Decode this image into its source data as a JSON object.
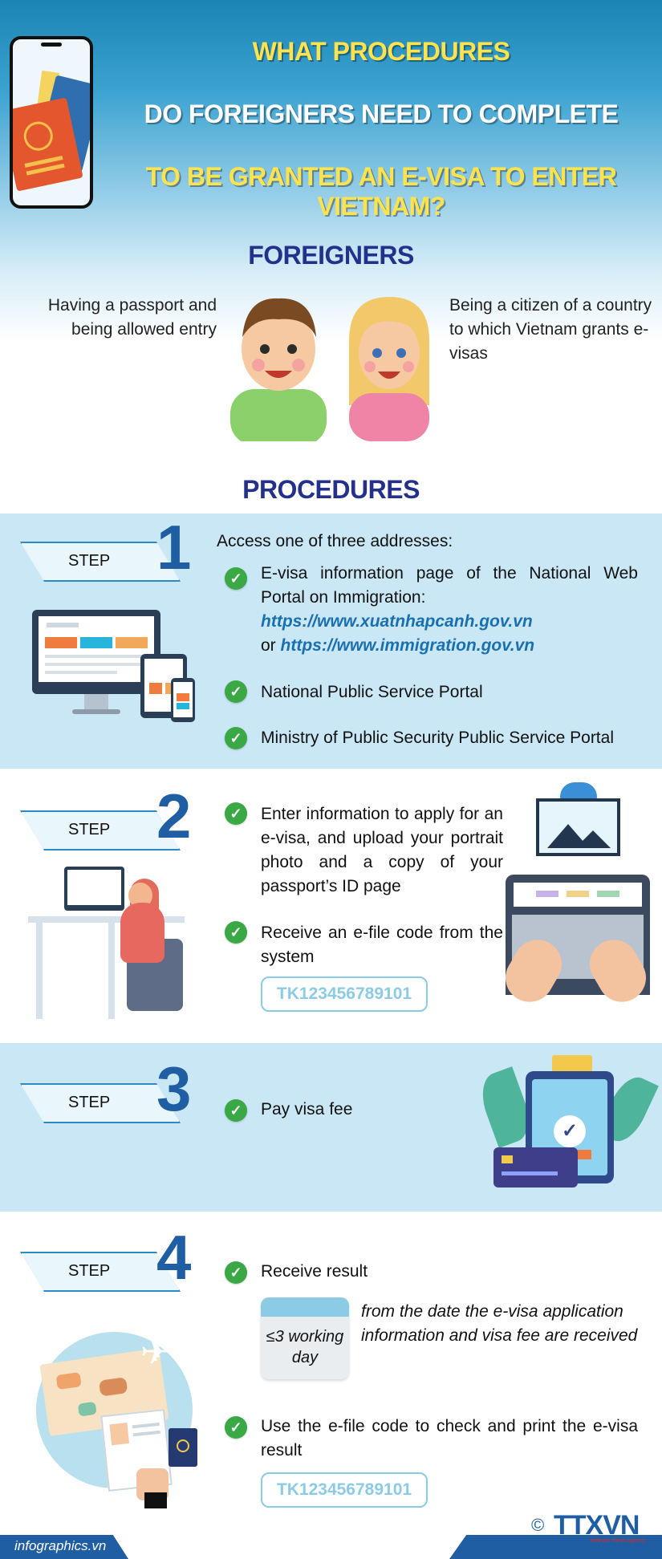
{
  "title": {
    "line1": "WHAT PROCEDURES",
    "line2": "DO FOREIGNERS NEED TO COMPLETE",
    "line3": "TO BE GRANTED AN E-VISA TO ENTER VIETNAM?"
  },
  "foreigners": {
    "heading": "FOREIGNERS",
    "left_requirement": "Having a passport and being allowed entry",
    "right_requirement": "Being a citizen of a country to which Vietnam grants e-visas"
  },
  "procedures": {
    "heading": "PROCEDURES",
    "step_label": "STEP",
    "steps": [
      {
        "number": "1",
        "intro": "Access one of three addresses:",
        "items": [
          "E-visa information page of the National Web Portal on Immigration:",
          "National Public Service Portal",
          "Ministry of Public Security Public Service Portal"
        ],
        "link1": "https://www.xuatnhapcanh.gov.vn",
        "or_text": "or",
        "link2": "https://www.immigration.gov.vn"
      },
      {
        "number": "2",
        "items": [
          "Enter information to apply for an e-visa, and upload your portrait photo and a copy of your passport’s ID page",
          "Receive an e-file code from the system"
        ],
        "code": "TK123456789101"
      },
      {
        "number": "3",
        "items": [
          "Pay visa fee"
        ]
      },
      {
        "number": "4",
        "items": [
          "Receive result",
          "Use the e-file code to check and print the e-visa result"
        ],
        "calendar_text": "≤3 working day",
        "calendar_note": "from the date the e-visa application information and visa fee are received",
        "code": "TK123456789101"
      }
    ]
  },
  "footer": {
    "site": "infographics.vn",
    "copyright": "©",
    "logo": "TTXVN",
    "logo_sub": "Vietnam News Agency"
  },
  "colors": {
    "title_yellow": "#ffe34d",
    "heading_navy": "#23318c",
    "band_blue": "#c9e7f5",
    "check_green": "#3aa845",
    "link_blue": "#1a6fb0",
    "step_number": "#1f5ea3"
  }
}
